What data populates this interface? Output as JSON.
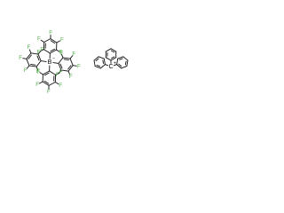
{
  "structure": {
    "anion": {
      "central_atom": "B",
      "central_charge": "−",
      "substituent_atom": "F",
      "ring_count": 4,
      "fluorines_per_ring": 5
    },
    "cation": {
      "central_atom": "C",
      "central_charge": "+",
      "ring_count": 3
    }
  }
}
